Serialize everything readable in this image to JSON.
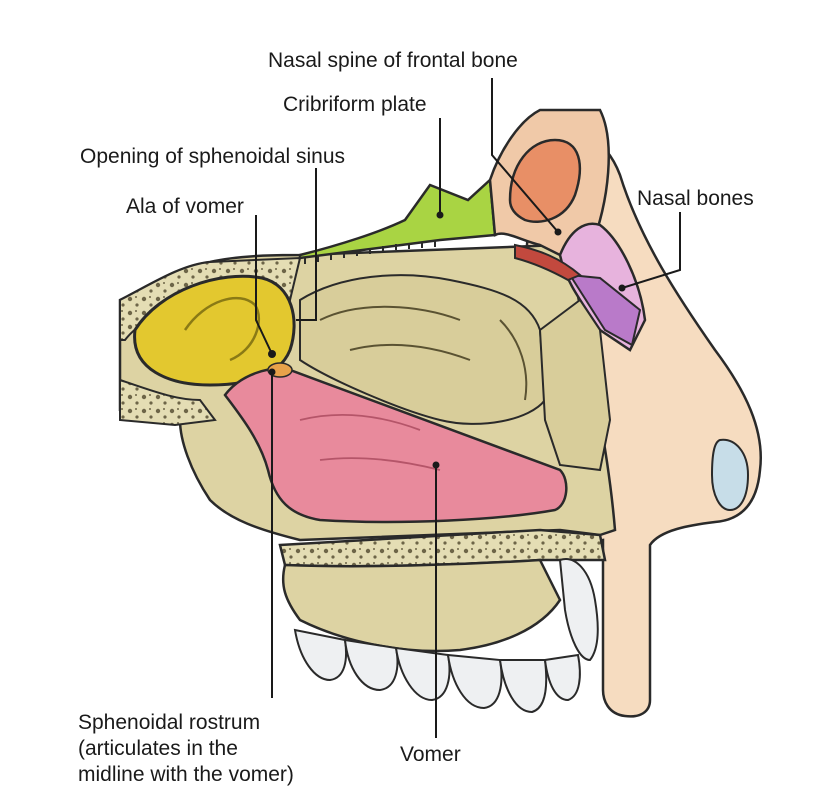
{
  "labels": {
    "nasal_spine": "Nasal spine of frontal bone",
    "cribriform": "Cribriform plate",
    "opening_sinus": "Opening of sphenoidal sinus",
    "ala_vomer": "Ala of vomer",
    "nasal_bones": "Nasal bones",
    "rostrum_line1": "Sphenoidal rostrum",
    "rostrum_line2": "(articulates in the",
    "rostrum_line3": "midline with the vomer)",
    "vomer": "Vomer"
  },
  "colors": {
    "bone": "#ddd3a3",
    "bone_dark": "#b9ac73",
    "skin": "#f6dcc0",
    "sinus": "#e3c82f",
    "cribriform": "#a9d443",
    "vomer": "#e88a9c",
    "nasal_bone": "#e7b3dd",
    "frontal": "#e88f66",
    "cartilage": "#c7dde8"
  }
}
